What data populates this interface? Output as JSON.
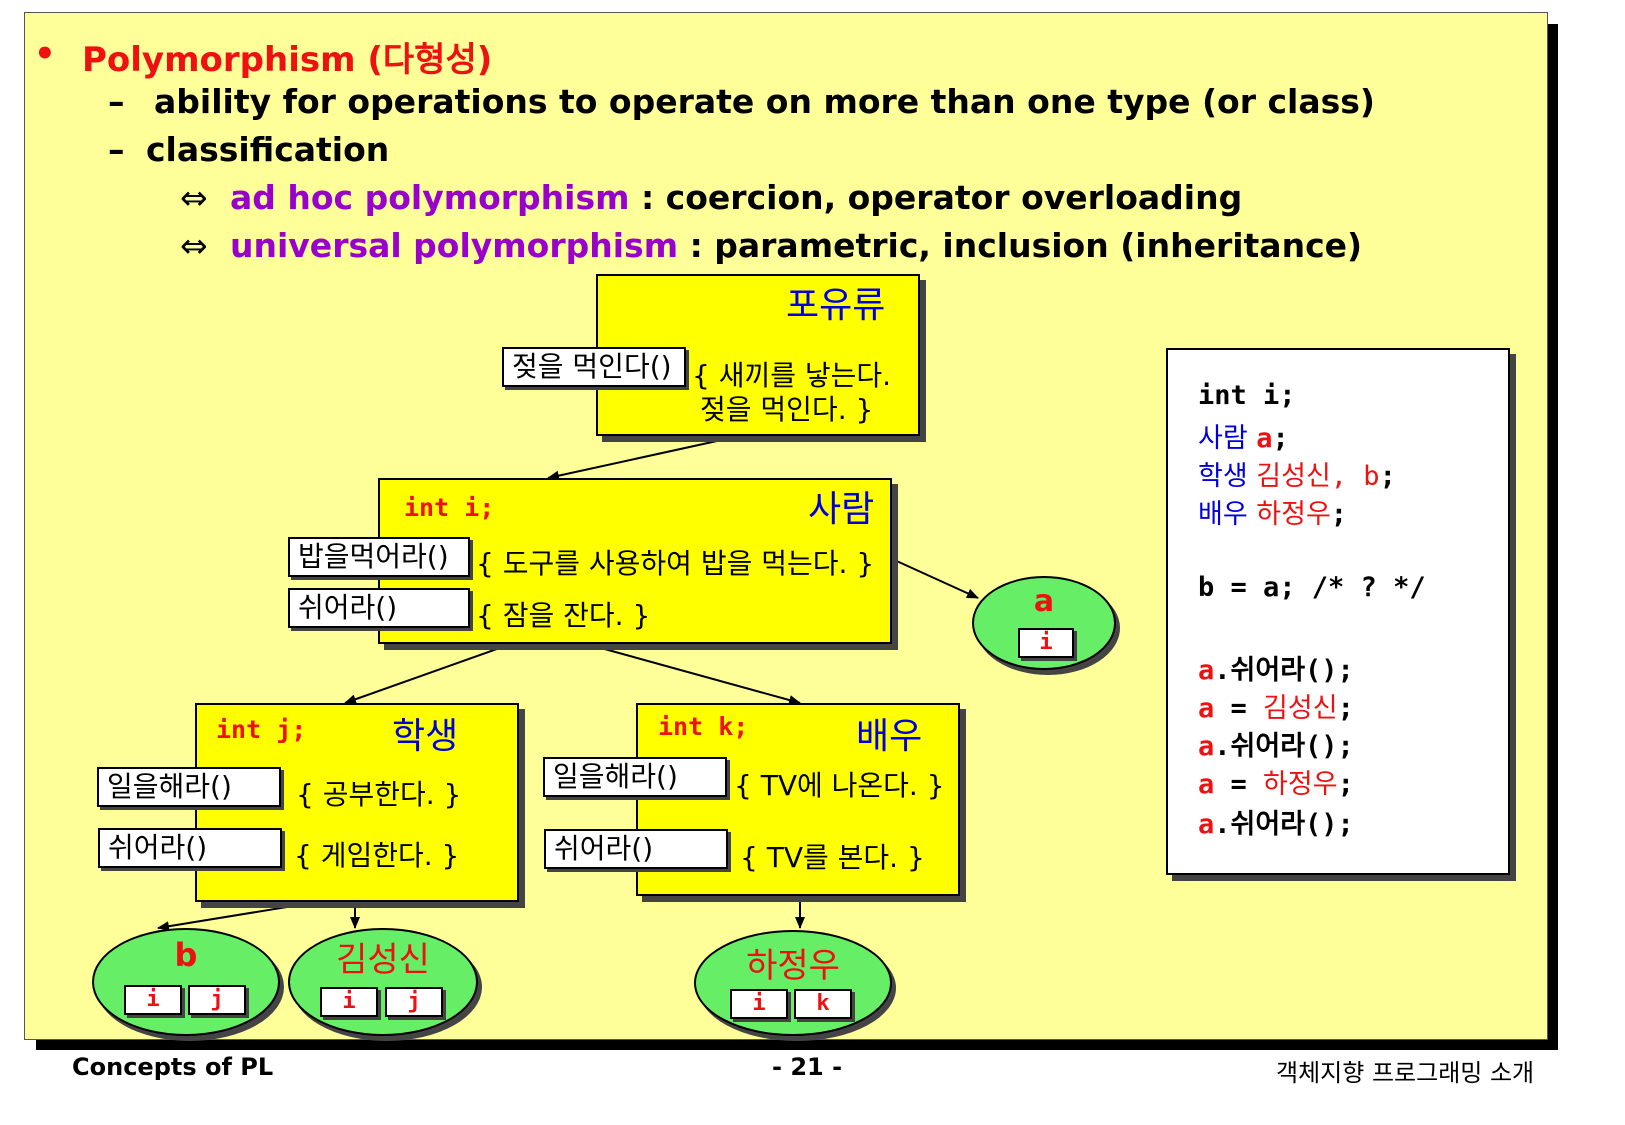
{
  "bullets": {
    "main_bullet": "•",
    "main_title": "Polymorphism (다형성)",
    "dash": "–",
    "line1": "ability for operations to operate on more than one type (or class)",
    "line2": "classification",
    "arrow_sym": "⇔",
    "adhoc_term": "ad hoc polymorphism",
    "adhoc_rest": ": coercion, operator overloading",
    "universal_term": "universal polymorphism",
    "universal_rest": ": parametric, inclusion (inheritance)"
  },
  "diagram": {
    "mammal": {
      "title": "포유류",
      "method": "젖을 먹인다()",
      "body_line1": "{ 새끼를 낳는다.",
      "body_line2": "젖을 먹인다. }"
    },
    "person": {
      "title": "사람",
      "field": "int i;",
      "method1": "밥을먹어라()",
      "body1": "{ 도구를 사용하여 밥을 먹는다. }",
      "method2": "쉬어라()",
      "body2": "{ 잠을 잔다. }"
    },
    "student": {
      "title": "학생",
      "field": "int j;",
      "method1": "일을해라()",
      "body1": "{ 공부한다. }",
      "method2": "쉬어라()",
      "body2": "{ 게임한다. }"
    },
    "actor": {
      "title": "배우",
      "field": "int k;",
      "method1": "일을해라()",
      "body1": "{ TV에 나온다. }",
      "method2": "쉬어라()",
      "body2": "{ TV를 본다. }"
    },
    "objects": {
      "a": {
        "label": "a",
        "slots": [
          "i"
        ]
      },
      "b": {
        "label": "b",
        "slots": [
          "i",
          "j"
        ]
      },
      "kim": {
        "label": "김성신",
        "slots": [
          "i",
          "j"
        ]
      },
      "ha": {
        "label": "하정우",
        "slots": [
          "i",
          "k"
        ]
      }
    }
  },
  "code": {
    "l1_a": "int i;",
    "l2_type": "사람 ",
    "l2_var": "a",
    "l2_end": ";",
    "l3_type": "학생 ",
    "l3_var": "김성신, b",
    "l3_end": ";",
    "l4_type": "배우 ",
    "l4_var": "하정우",
    "l4_end": ";",
    "l5": "b = a; /* ? */",
    "l6_var": "a",
    "l6_rest": ".쉬어라();",
    "l7_var": "a",
    "l7_mid": " = ",
    "l7_val": "김성신",
    "l7_end": ";",
    "l8_var": "a",
    "l8_rest": ".쉬어라();",
    "l9_var": "a",
    "l9_mid": " = ",
    "l9_val": "하정우",
    "l9_end": ";",
    "l10_var": "a",
    "l10_rest": ".쉬어라();"
  },
  "footer": {
    "left": "Concepts of PL",
    "center": "- 21 -",
    "right": "객체지향 프로그래밍 소개"
  },
  "colors": {
    "slide_bg": "#ffff99",
    "class_box": "#ffff00",
    "object_oval": "#66ee66",
    "title_red": "#ee1111",
    "term_purple": "#9900cc",
    "class_blue": "#0000dd"
  }
}
